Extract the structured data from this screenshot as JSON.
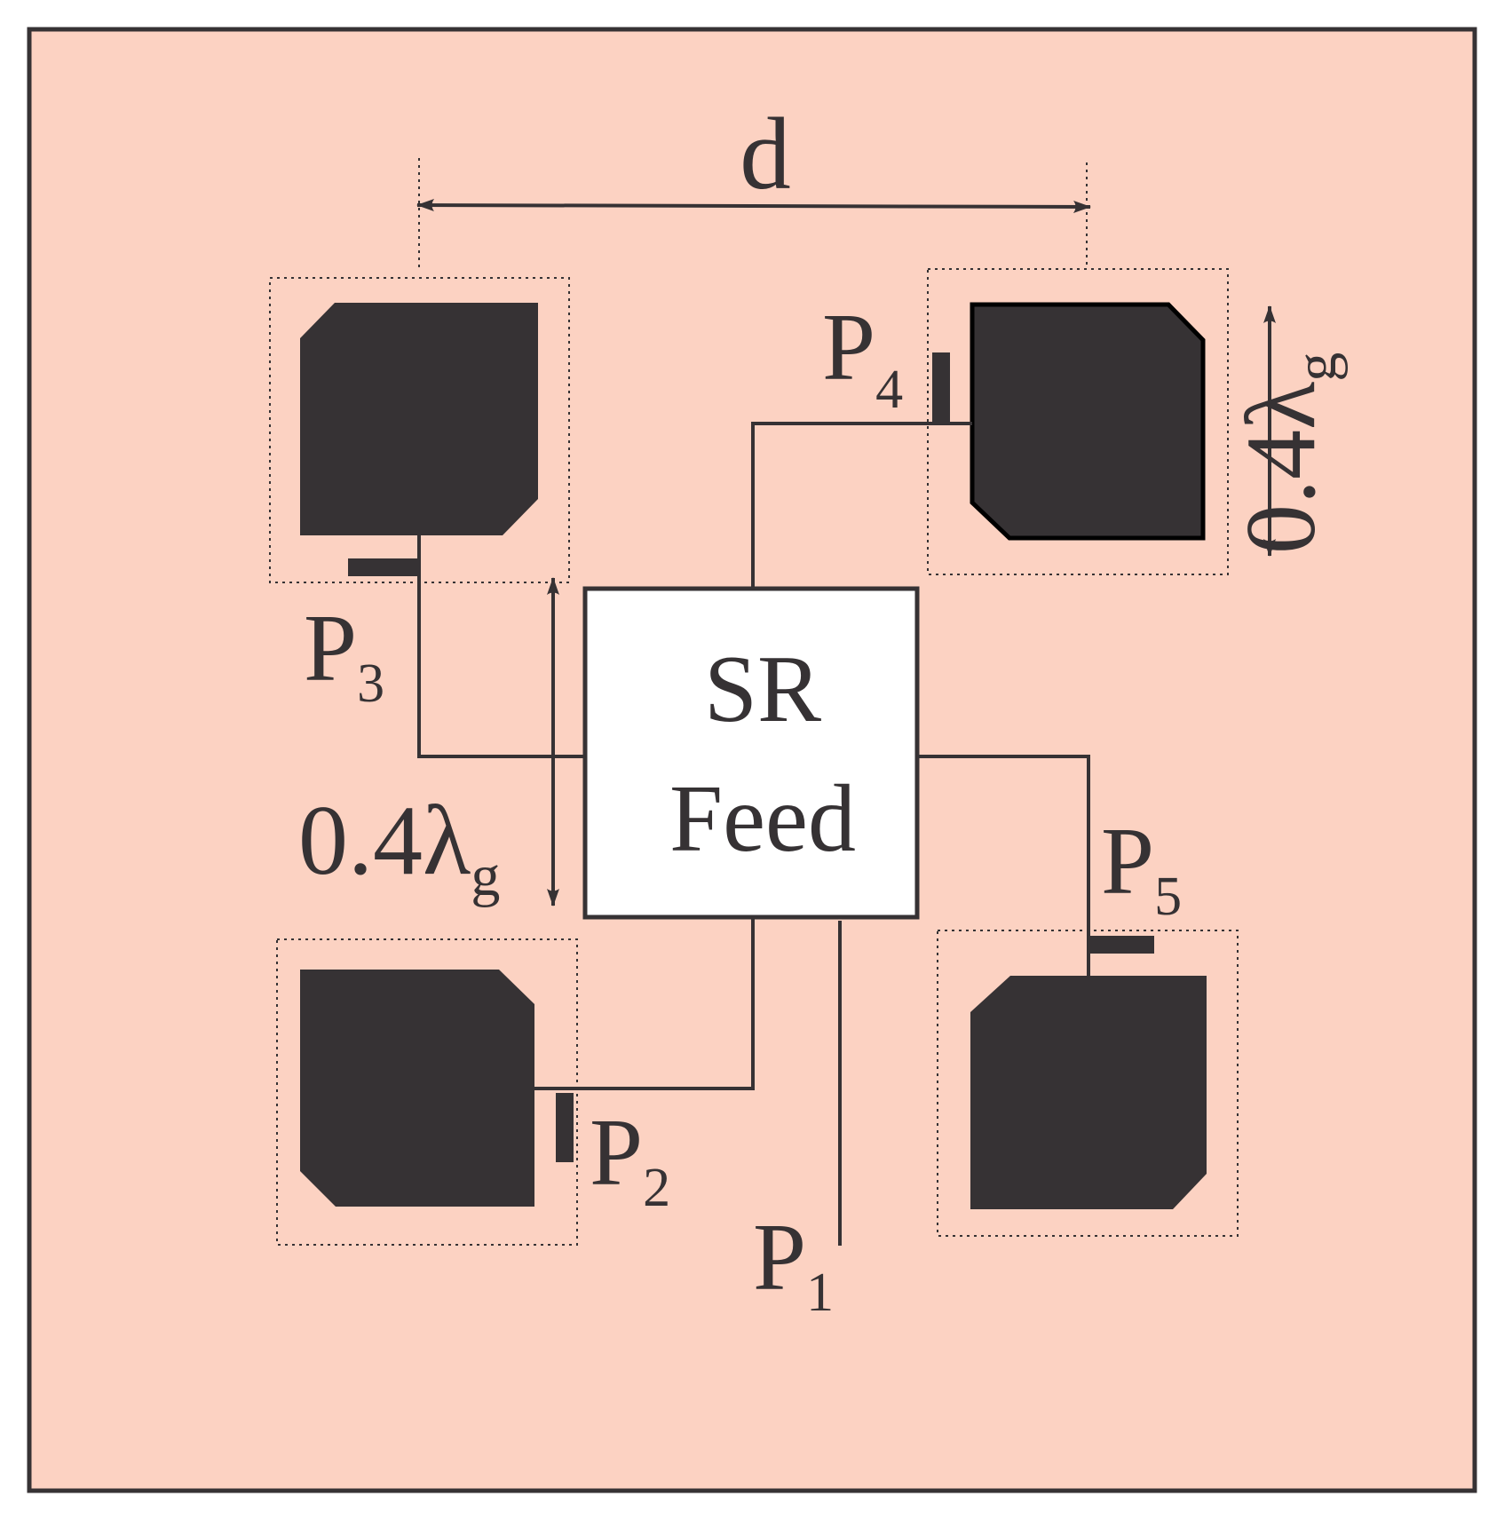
{
  "colors": {
    "background": "#fcd2c2",
    "ink": "#363234",
    "feed_box": "#ffffff"
  },
  "labels": {
    "spacing": "d",
    "feed_line1": "SR",
    "feed_line2": "Feed",
    "port_letter": "P",
    "p1_sub": "1",
    "p2_sub": "2",
    "p3_sub": "3",
    "p4_sub": "4",
    "p5_sub": "5",
    "patch_size_value": "0.4",
    "lambda_symbol": "λ",
    "lambda_sub": "g"
  }
}
